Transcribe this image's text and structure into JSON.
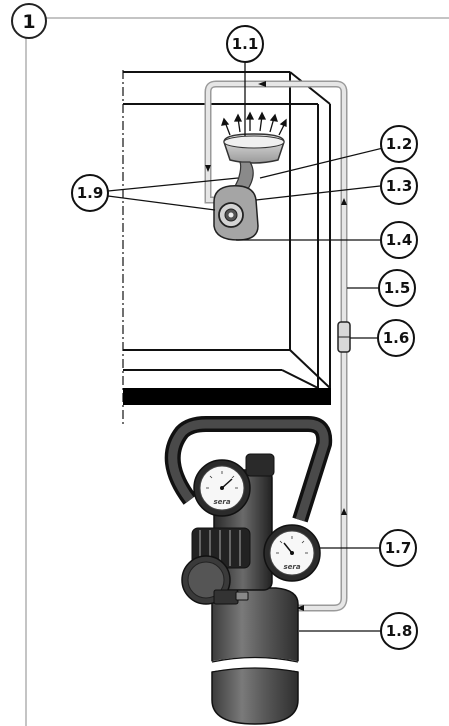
{
  "figure": {
    "number": "1"
  },
  "callouts": {
    "c1_1": "1.1",
    "c1_2": "1.2",
    "c1_3": "1.3",
    "c1_4": "1.4",
    "c1_5": "1.5",
    "c1_6": "1.6",
    "c1_7": "1.7",
    "c1_8": "1.8",
    "c1_9": "1.9"
  },
  "gauges": {
    "brand": "sera"
  },
  "colors": {
    "line": "#222222",
    "tube": "#cfcfcf",
    "cylinder": "#5a5a5a",
    "base_plate": "#000000"
  }
}
